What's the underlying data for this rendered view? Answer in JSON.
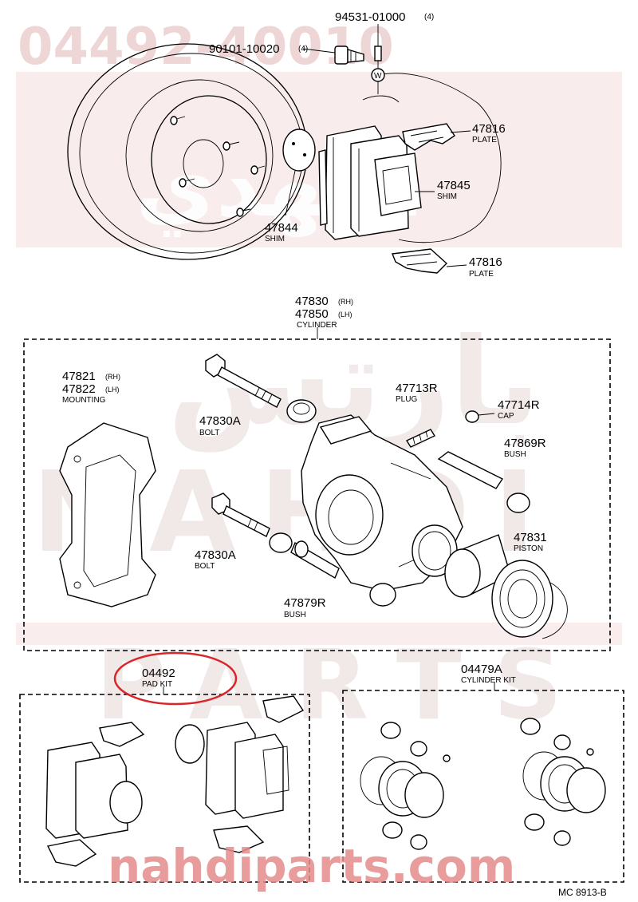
{
  "watermark": {
    "part_number": "04492-40010",
    "arabic_top": "النهدي",
    "arabic_mid": "بارتس",
    "latin_mid": "NAHDI",
    "latin_low": "PARTS",
    "site": "nahdiparts.com",
    "color": "#e58b8b"
  },
  "diagram_ref": "MC 8913-B",
  "callouts": [
    {
      "id": "bolt-90101",
      "number": "90101-10020",
      "qty": "(4)",
      "label": ""
    },
    {
      "id": "bolt-94531",
      "number": "94531-01000",
      "qty": "(4)",
      "label": "",
      "mark": "W"
    },
    {
      "id": "plate-47816-a",
      "number": "47816",
      "label": "PLATE"
    },
    {
      "id": "shim-47845",
      "number": "47845",
      "label": "SHIM"
    },
    {
      "id": "shim-47844",
      "number": "47844",
      "label": "SHIM"
    },
    {
      "id": "plate-47816-b",
      "number": "47816",
      "label": "PLATE"
    },
    {
      "id": "cylinder",
      "number": "47830",
      "suffix": "(RH)",
      "number2": "47850",
      "suffix2": "(LH)",
      "label": "CYLINDER"
    },
    {
      "id": "mounting",
      "number": "47821",
      "suffix": "(RH)",
      "number2": "47822",
      "suffix2": "(LH)",
      "label": "MOUNTING"
    },
    {
      "id": "plug",
      "number": "47713R",
      "label": "PLUG"
    },
    {
      "id": "cap",
      "number": "47714R",
      "label": "CAP"
    },
    {
      "id": "bolt-a",
      "number": "47830A",
      "label": "BOLT"
    },
    {
      "id": "bush-47869",
      "number": "47869R",
      "label": "BUSH"
    },
    {
      "id": "bolt-b",
      "number": "47830A",
      "label": "BOLT"
    },
    {
      "id": "piston",
      "number": "47831",
      "label": "PISTON"
    },
    {
      "id": "bush-47879",
      "number": "47879R",
      "label": "BUSH"
    },
    {
      "id": "pad-kit",
      "number": "04492",
      "label": "PAD KIT",
      "highlight": true,
      "highlight_color": "#d9262a"
    },
    {
      "id": "cylinder-kit",
      "number": "04479A",
      "label": "CYLINDER KIT"
    }
  ]
}
